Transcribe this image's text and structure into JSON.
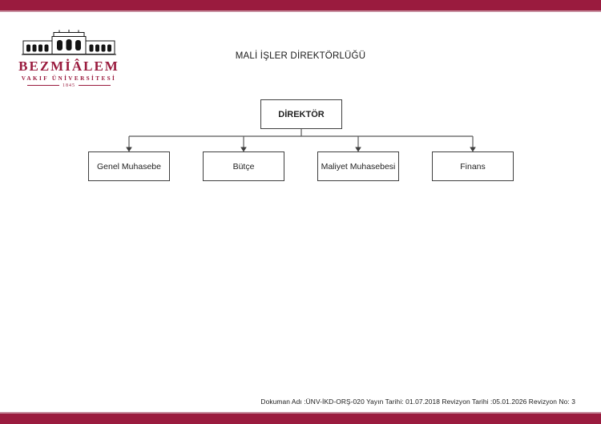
{
  "page": {
    "title": "MALİ İŞLER DİREKTÖRLÜĞÜ"
  },
  "logo": {
    "name": "BEZMİÂLEM",
    "subtitle": "VAKIF ÜNİVERSİTESİ",
    "year": "1845",
    "building_icon": "university-building-line-drawing"
  },
  "org_chart": {
    "root": {
      "label": "DİREKTÖR"
    },
    "children": [
      {
        "label": "Genel Muhasebe"
      },
      {
        "label": "Bütçe"
      },
      {
        "label": "Maliyet Muhasebesi"
      },
      {
        "label": "Finans"
      }
    ]
  },
  "footer": {
    "text": "Dokuman Adı :ÜNV-İKD-ORŞ-020 Yayın Tarihi: 01.07.2018 Revizyon Tarihi :05.01.2026 Revizyon No: 3",
    "document_name": "ÜNV-İKD-ORŞ-020",
    "publish_date": "01.07.2018",
    "revision_date": "05.01.2026",
    "revision_no": "3"
  },
  "colors": {
    "brand_maroon": "#9A1B3E",
    "accent_pink": "#C48B9C",
    "box_border": "#3f3f3f",
    "connector_gray": "#595959",
    "text_dark": "#1a1a1a"
  }
}
